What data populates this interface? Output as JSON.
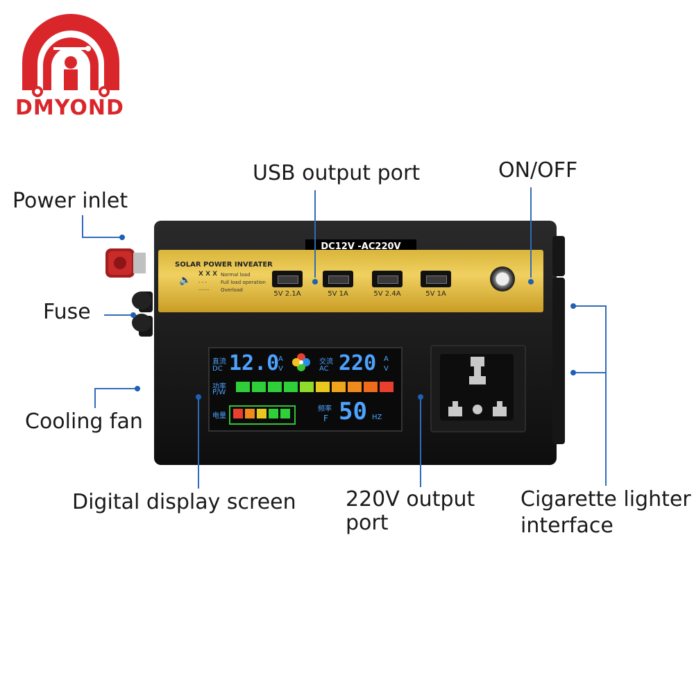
{
  "brand_logo": {
    "name": "DMYOND",
    "color": "#d9262b"
  },
  "callouts": {
    "power_inlet": "Power inlet",
    "usb_output_port": "USB output port",
    "on_off": "ON/OFF",
    "fuse": "Fuse",
    "cooling_fan": "Cooling fan",
    "digital_display_screen": "Digital display screen",
    "output_220v_line1": "220V output",
    "output_220v_line2": "port",
    "cigarette_line1": "Cigarette lighter",
    "cigarette_line2": "interface"
  },
  "device": {
    "model_label": "DC12V -AC220V",
    "panel_title": "SOLAR POWER INVEATER",
    "legend": {
      "marks_1": "X X X",
      "text_1": "Normal load",
      "text_2": "Full load operation",
      "text_3": "Overload"
    },
    "usb_ports": [
      {
        "label": "5V 2.1A"
      },
      {
        "label": "5V 1A"
      },
      {
        "label": "5V 2.4A"
      },
      {
        "label": "5V 1A"
      }
    ],
    "display": {
      "dc_cn": "直流",
      "dc_en": "DC",
      "dc_value": "12.0",
      "dc_unit_a": "A",
      "dc_unit_v": "V",
      "ac_cn": "交流",
      "ac_en": "AC",
      "ac_value": "220",
      "ac_unit_a": "A",
      "ac_unit_v": "V",
      "power_cn": "功率",
      "power_en": "P/W",
      "battery_cn": "电量",
      "freq_cn": "频率",
      "freq_en": "F",
      "freq_value": "50",
      "freq_unit": "HZ"
    }
  },
  "colors": {
    "accent_blue": "#1f5fb4",
    "panel_gold": "#e6c24a"
  }
}
